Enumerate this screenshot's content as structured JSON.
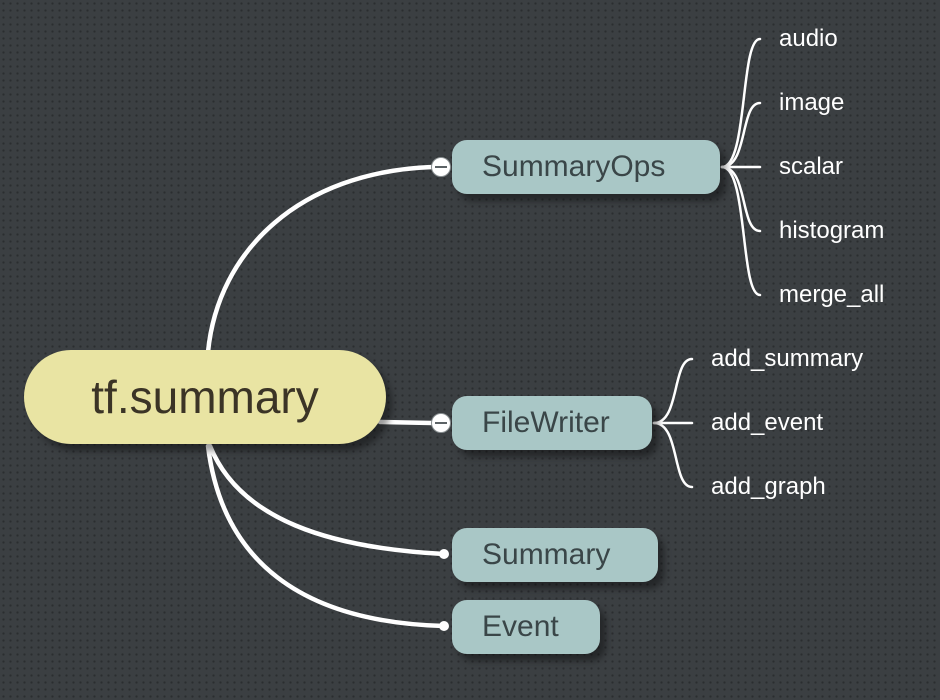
{
  "colors": {
    "background": "#3b3f42",
    "root_fill": "#e9e4a3",
    "root_text": "#3b3426",
    "branch_fill": "#a9c7c6",
    "branch_text": "#3a4648",
    "line": "#ffffff",
    "leaf_text": "#ffffff"
  },
  "root": {
    "label": "tf.summary"
  },
  "branches": [
    {
      "label": "SummaryOps",
      "collapsible": true,
      "children": [
        "audio",
        "image",
        "scalar",
        "histogram",
        "merge_all"
      ]
    },
    {
      "label": "FileWriter",
      "collapsible": true,
      "children": [
        "add_summary",
        "add_event",
        "add_graph"
      ]
    },
    {
      "label": "Summary",
      "collapsible": false,
      "children": []
    },
    {
      "label": "Event",
      "collapsible": false,
      "children": []
    }
  ]
}
